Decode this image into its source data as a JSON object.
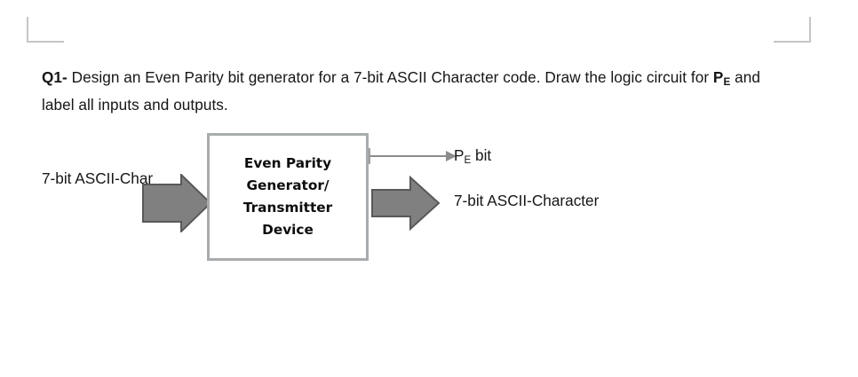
{
  "page": {
    "background": "#ffffff",
    "text_color": "#161616",
    "crop_mark_color": "#c3c6c8"
  },
  "question": {
    "number": "Q1-",
    "part1": " Design an Even Parity bit generator for a 7-bit ASCII Character code. Draw the logic circuit for ",
    "symbol": "P",
    "subscript": "E",
    "part2": " and label all inputs and outputs."
  },
  "diagram": {
    "box": {
      "text": "Even Parity\nGenerator/\nTransmitter\nDevice",
      "border_color": "#a9acae",
      "fill": "#ffffff"
    },
    "arrow_fill": "#808080",
    "arrow_stroke": "#595959",
    "connector_color": "#808080",
    "labels": {
      "input": "7-bit ASCII-Char",
      "parity_symbol": "P",
      "parity_subscript": "E",
      "parity_suffix": " bit",
      "output": "7-bit ASCII-Character"
    }
  }
}
